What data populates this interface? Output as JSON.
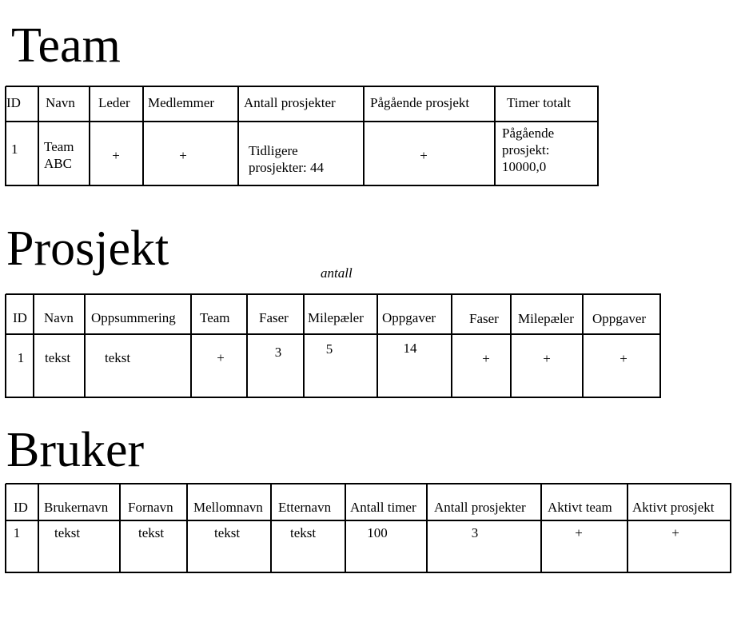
{
  "team": {
    "title": "Team",
    "headers": [
      "ID",
      "Navn",
      "Leder",
      "Medlemmer",
      "Antall prosjekter",
      "Pågående prosjekt",
      "Timer totalt"
    ],
    "row": [
      "1",
      "Team\nABC",
      "+",
      "+",
      "Tidligere\nprosjekter: 44",
      "+",
      "Pågående\nprosjekt:\n10000,0"
    ]
  },
  "prosjekt": {
    "title": "Prosjekt",
    "note": "antall",
    "headers": [
      "ID",
      "Navn",
      "Oppsummering",
      "Team",
      "Faser",
      "Milepæler",
      "Oppgaver",
      "Faser",
      "Milepæler",
      "Oppgaver"
    ],
    "row": [
      "1",
      "tekst",
      "tekst",
      "+",
      "3",
      "5",
      "14",
      "+",
      "+",
      "+"
    ]
  },
  "bruker": {
    "title": "Bruker",
    "headers": [
      "ID",
      "Brukernavn",
      "Fornavn",
      "Mellomnavn",
      "Etternavn",
      "Antall timer",
      "Antall prosjekter",
      "Aktivt team",
      "Aktivt prosjekt"
    ],
    "row": [
      "1",
      "tekst",
      "tekst",
      "tekst",
      "tekst",
      "100",
      "3",
      "+",
      "+"
    ]
  }
}
